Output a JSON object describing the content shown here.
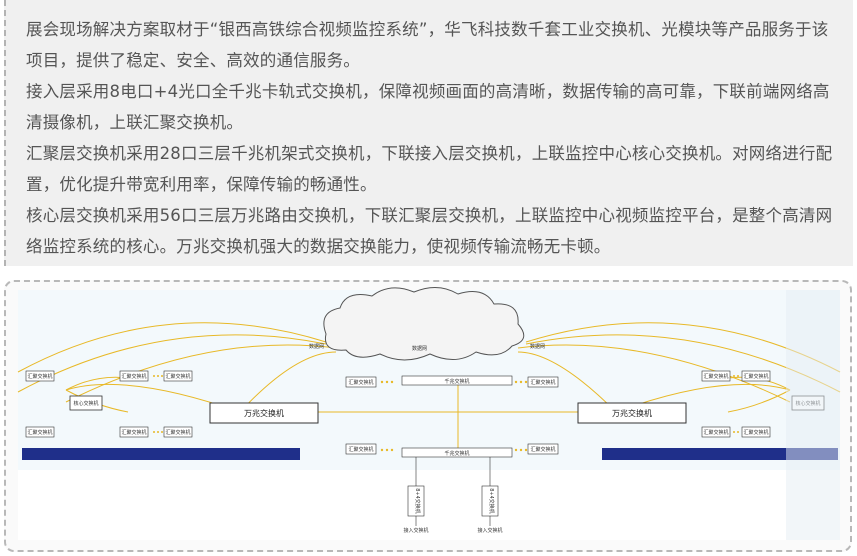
{
  "paragraphs": [
    "展会现场解决方案取材于“银西高铁综合视频监控系统”，华飞科技数千套工业交换机、光模块等产品服务于该项目，提供了稳定、安全、高效的通信服务。",
    "接入层采用8电口+4光口全千兆卡轨式交换机，保障视频画面的高清晰，数据传输的高可靠，下联前端网络高清摄像机，上联汇聚交换机。",
    "汇聚层交换机采用28口三层千兆机架式交换机，下联接入层交换机，上联监控中心核心交换机。对网络进行配置，优化提升带宽利用率，保障传输的畅通性。",
    "核心层交换机采用56口三层万兆路由交换机，下联汇聚层交换机，上联监控中心视频监控平台，是整个高清网络监控系统的核心。万兆交换机强大的数据交换能力，使视频传输流畅无卡顿。"
  ],
  "diagram": {
    "cloud_labels": [
      "数据网",
      "数据网",
      "数据网"
    ],
    "core_switch_label": "万兆交换机",
    "agg_switch_label": "汇聚交换机",
    "core_small_label": "核心交换机",
    "gigabit_switch_label": "千兆交换机",
    "access_switch_label": "接入交换机",
    "access_vertical_label": "8+4交换机"
  },
  "colors": {
    "text": "#555555",
    "panel_bg": "#f0f0f0",
    "link_yellow": "#e8b928",
    "band_navy": "#1f2f8a",
    "node_border": "#333333"
  }
}
